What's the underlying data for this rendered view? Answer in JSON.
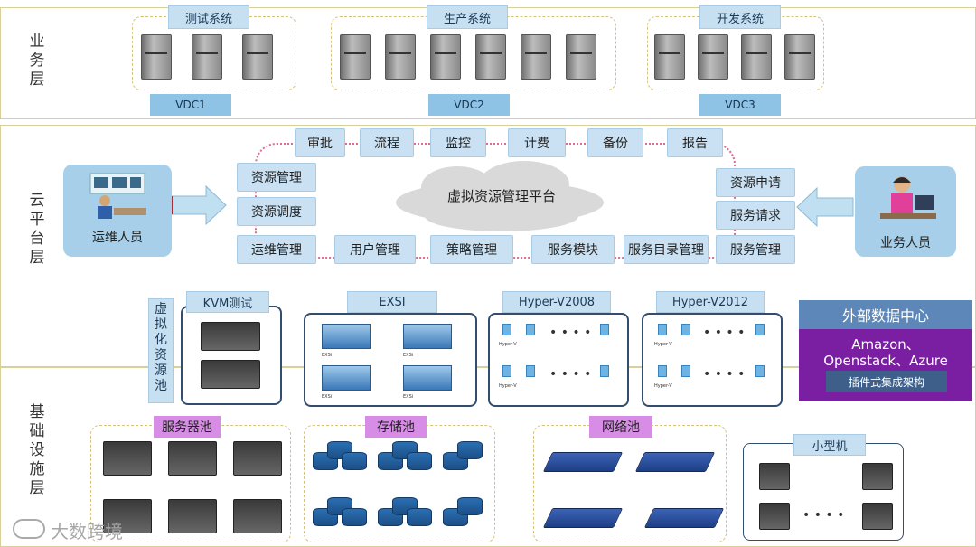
{
  "layers": {
    "business": "业务层",
    "cloud": "云平台层",
    "infra": "基础设施层",
    "virt_pool": "虚拟化资源池"
  },
  "systems": [
    {
      "name": "测试系统",
      "vdc": "VDC1"
    },
    {
      "name": "生产系统",
      "vdc": "VDC2"
    },
    {
      "name": "开发系统",
      "vdc": "VDC3"
    }
  ],
  "platform": {
    "center": "虚拟资源管理平台",
    "top": [
      "审批",
      "流程",
      "监控",
      "计费",
      "备份",
      "报告"
    ],
    "left": [
      "资源管理",
      "资源调度",
      "运维管理"
    ],
    "bottom": [
      "用户管理",
      "策略管理",
      "服务模块",
      "服务目录管理"
    ],
    "right": [
      "资源申请",
      "服务请求",
      "服务管理"
    ]
  },
  "people": {
    "ops": "运维人员",
    "business": "业务人员"
  },
  "virt": {
    "titles": [
      "KVM测试",
      "EXSI",
      "Hyper-V2008",
      "Hyper-V2012"
    ],
    "exsi_label": "EXSi",
    "hv_label": "Hyper-V"
  },
  "external": {
    "title": "外部数据中心",
    "providers1": "Amazon、",
    "providers2": "Openstack、Azure",
    "note": "插件式集成架构"
  },
  "infra": {
    "servers": "服务器池",
    "storage": "存储池",
    "network": "网络池",
    "mini": "小型机"
  },
  "watermark": "大数跨境",
  "colors": {
    "purple": "#7b1fa2",
    "blue_box": "#c6e0f2",
    "band_border": "#d9cf9a"
  }
}
